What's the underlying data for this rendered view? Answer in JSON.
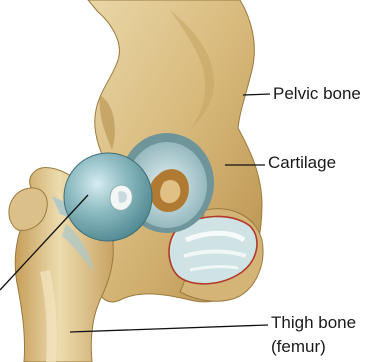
{
  "labels": {
    "pelvic_bone": "Pelvic bone",
    "cartilage": "Cartilage",
    "thigh_bone": "Thigh bone",
    "femur": "(femur)"
  },
  "colors": {
    "bone": "#d9bf84",
    "bone_shadow": "#a8843f",
    "cartilage": "#8fb8bf",
    "socket_lining": "#b9d6d8",
    "ligament_red": "#b23a2a",
    "leader_line": "#111111"
  }
}
